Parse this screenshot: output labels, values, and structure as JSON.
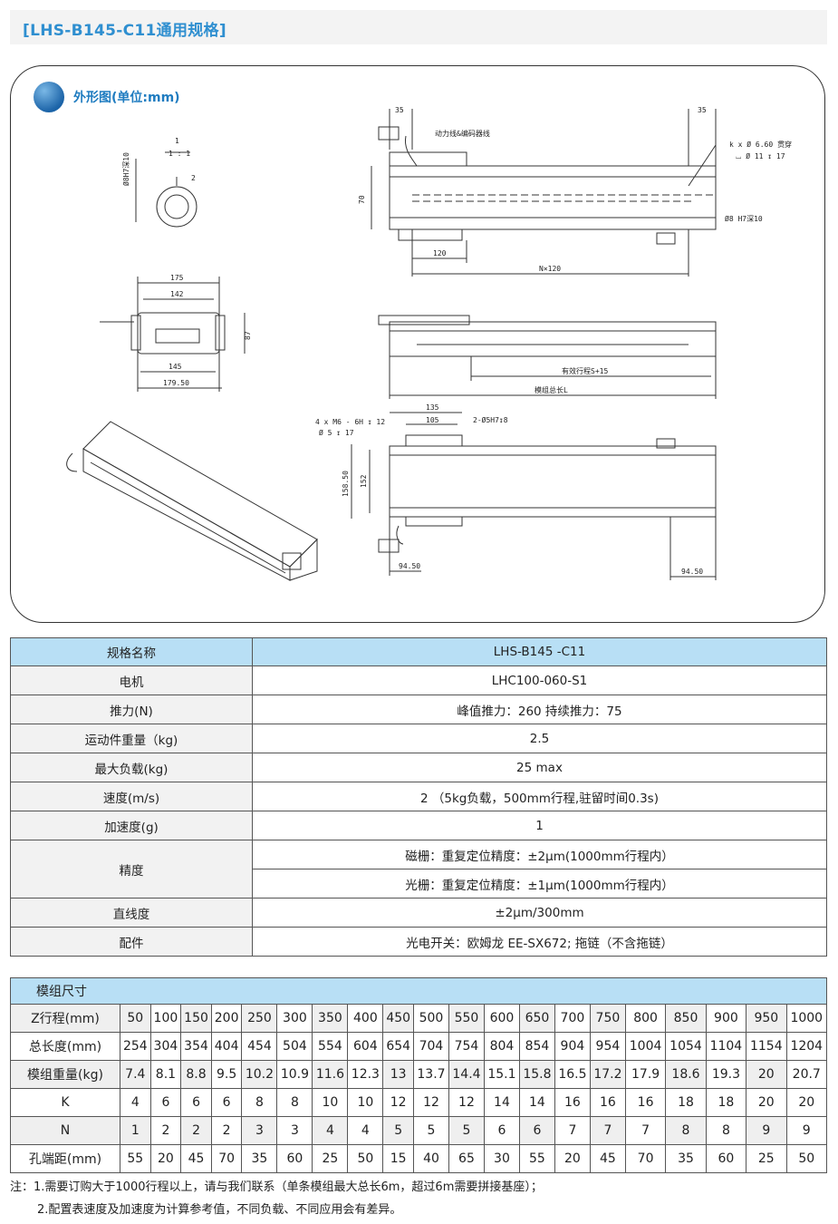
{
  "page": {
    "title": "[LHS-B145-C11通用规格]"
  },
  "drawing": {
    "section_label": "外形图(单位:mm)",
    "detail_scale_top": "1",
    "detail_scale_bottom": "1 : 1",
    "detail_hole": "Ø8H7深10",
    "detail_width": "2",
    "top_dim_left": "35",
    "top_dim_right": "35",
    "top_cable_label": "动力线&编码器线",
    "hole_note_1": "k x Ø 6.60 贯穿",
    "hole_note_2": "⌴ Ø 11 ↧ 17",
    "hole_note_3": "Ø8 H7深10",
    "height_70": "70",
    "dim_120": "120",
    "dim_n120": "N×120",
    "front_175": "175",
    "front_142": "142",
    "front_87": "87",
    "front_145": "145",
    "front_17950": "179.50",
    "side_stroke": "有效行程S+15",
    "side_total": "模组总长L",
    "bot_135": "135",
    "bot_105": "105",
    "bot_hole_a": "4 x  M6 - 6H ↧ 12",
    "bot_hole_b": "Ø 5 ↧ 17",
    "bot_hole_c": "2-Ø5H7↧8",
    "bot_15850": "158.50",
    "bot_152": "152",
    "bot_9450_left": "94.50",
    "bot_9450_right": "94.50"
  },
  "spec": {
    "header_label": "规格名称",
    "header_value": "LHS-B145 -C11",
    "rows": [
      {
        "label": "电机",
        "value": "LHC100-060-S1"
      },
      {
        "label": "推力(N)",
        "value": "峰值推力：260  持续推力：75"
      },
      {
        "label": "运动件重量（kg)",
        "value": "2.5"
      },
      {
        "label": "最大负载(kg)",
        "value": "25 max"
      },
      {
        "label": "速度(m/s)",
        "value": "2 （5kg负载，500mm行程,驻留时间0.3s)"
      },
      {
        "label": "加速度(g)",
        "value": "1"
      }
    ],
    "accuracy_label": "精度",
    "accuracy_1": "磁栅：重复定位精度：±2μm(1000mm行程内）",
    "accuracy_2": "光栅：重复定位精度：±1μm(1000mm行程内）",
    "straight_label": "直线度",
    "straight_value": "±2μm/300mm",
    "parts_label": "配件",
    "parts_value": "光电开关：欧姆龙 EE-SX672;     拖链（不含拖链）"
  },
  "module": {
    "header": "模组尺寸",
    "rows": [
      {
        "label": "Z行程(mm)",
        "values": [
          "50",
          "100",
          "150",
          "200",
          "250",
          "300",
          "350",
          "400",
          "450",
          "500",
          "550",
          "600",
          "650",
          "700",
          "750",
          "800",
          "850",
          "900",
          "950",
          "1000"
        ]
      },
      {
        "label": "总长度(mm)",
        "values": [
          "254",
          "304",
          "354",
          "404",
          "454",
          "504",
          "554",
          "604",
          "654",
          "704",
          "754",
          "804",
          "854",
          "904",
          "954",
          "1004",
          "1054",
          "1104",
          "1154",
          "1204"
        ]
      },
      {
        "label": "模组重量(kg)",
        "values": [
          "7.4",
          "8.1",
          "8.8",
          "9.5",
          "10.2",
          "10.9",
          "11.6",
          "12.3",
          "13",
          "13.7",
          "14.4",
          "15.1",
          "15.8",
          "16.5",
          "17.2",
          "17.9",
          "18.6",
          "19.3",
          "20",
          "20.7"
        ]
      },
      {
        "label": "K",
        "values": [
          "4",
          "6",
          "6",
          "6",
          "8",
          "8",
          "10",
          "10",
          "12",
          "12",
          "12",
          "14",
          "14",
          "16",
          "16",
          "16",
          "18",
          "18",
          "20",
          "20"
        ]
      },
      {
        "label": "N",
        "values": [
          "1",
          "2",
          "2",
          "2",
          "3",
          "3",
          "4",
          "4",
          "5",
          "5",
          "5",
          "6",
          "6",
          "7",
          "7",
          "7",
          "8",
          "8",
          "9",
          "9"
        ]
      },
      {
        "label": "孔端距(mm)",
        "values": [
          "55",
          "20",
          "45",
          "70",
          "35",
          "60",
          "25",
          "50",
          "15",
          "40",
          "65",
          "30",
          "55",
          "20",
          "45",
          "70",
          "35",
          "60",
          "25",
          "50"
        ]
      }
    ]
  },
  "notes": {
    "line1": "注：1.需要订购大于1000行程以上，请与我们联系（单条模组最大总长6m，超过6m需要拼接基座）；",
    "line2": "2.配置表速度及加速度为计算参考值，不同负载、不同应用会有差异。"
  },
  "colors": {
    "accent": "#2f8fd0",
    "table_header": "#b8dff5",
    "row_alt": "#efefef"
  }
}
